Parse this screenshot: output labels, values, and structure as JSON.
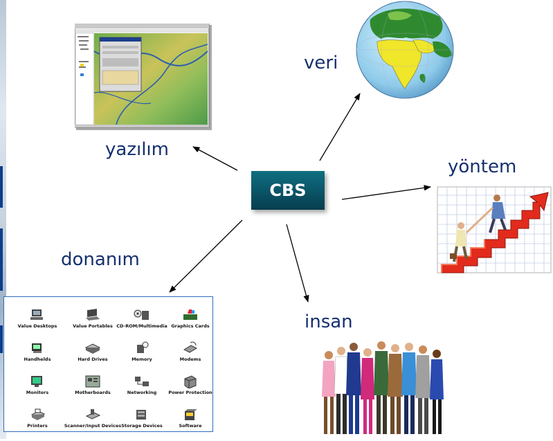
{
  "nodes": {
    "center": "CBS",
    "software": "yazılım",
    "data": "veri",
    "method": "yöntem",
    "hardware": "donanım",
    "people": "insan"
  },
  "hardware_items": [
    {
      "label": "Value Desktops",
      "icon": "desktop-computer-icon"
    },
    {
      "label": "Value Portables",
      "icon": "laptop-icon"
    },
    {
      "label": "CD-ROM/Multimedia",
      "icon": "cd-rom-multimedia-icon"
    },
    {
      "label": "Graphics Cards",
      "icon": "graphics-card-icon"
    },
    {
      "label": "Handhelds",
      "icon": "handheld-device-icon"
    },
    {
      "label": "Hard Drives",
      "icon": "hard-drive-icon"
    },
    {
      "label": "Memory",
      "icon": "memory-chip-icon"
    },
    {
      "label": "Modems",
      "icon": "modem-icon"
    },
    {
      "label": "Monitors",
      "icon": "monitor-icon"
    },
    {
      "label": "Motherboards",
      "icon": "motherboard-icon"
    },
    {
      "label": "Networking",
      "icon": "networking-icon"
    },
    {
      "label": "Power Protection",
      "icon": "power-protection-icon"
    },
    {
      "label": "Printers",
      "icon": "printer-icon"
    },
    {
      "label": "Scanner/Input Devices",
      "icon": "scanner-icon"
    },
    {
      "label": "Storage Devices",
      "icon": "storage-device-icon"
    },
    {
      "label": "Software",
      "icon": "software-box-icon"
    }
  ]
}
